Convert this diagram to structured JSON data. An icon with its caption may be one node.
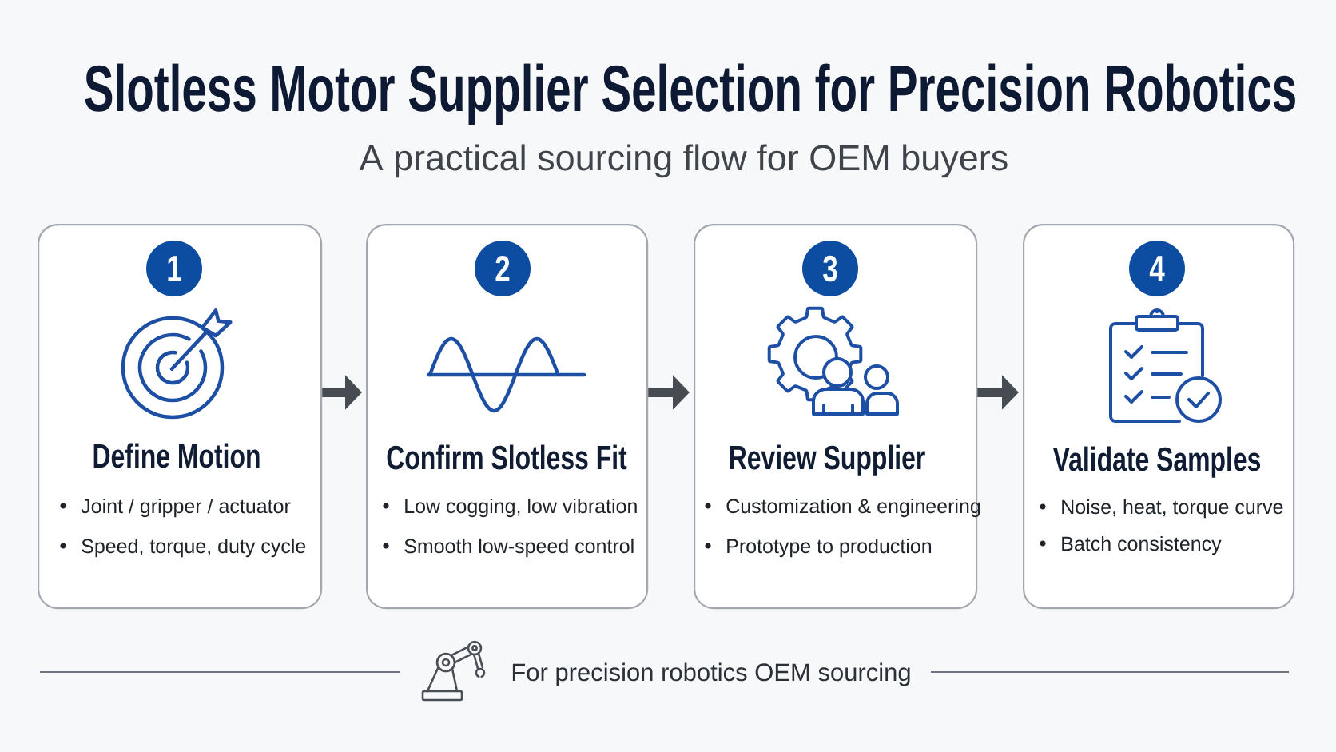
{
  "diagram": {
    "title": "Slotless Motor Supplier Selection for Precision Robotics",
    "nodes": [
      {
        "text": [
          "Define Motion",
          "Joint / gripper / actuator",
          "Speed, torque, duty cycle"
        ]
      },
      {
        "text": [
          "1"
        ],
        "in": 0
      },
      {
        "text": [
          "Confirm Slotless Fit",
          "Low cogging, low vibration",
          "Smooth low-speed control"
        ]
      },
      {
        "text": [
          "2"
        ],
        "in": 2
      },
      {
        "text": [
          "Review Supplier",
          "Customization & engineering",
          "Prototype to production"
        ]
      },
      {
        "text": [
          "3"
        ],
        "in": 4
      },
      {
        "text": [
          "Validate Samples",
          "Noise, heat, torque curve",
          "Batch consistency"
        ]
      },
      {
        "text": [
          "4"
        ],
        "in": 6
      }
    ],
    "edges": [
      {
        "from": 0,
        "to": 2,
        "arrow": "to"
      },
      {
        "from": 2,
        "to": 4,
        "arrow": "to"
      },
      {
        "from": 4,
        "to": 6,
        "arrow": "to"
      }
    ],
    "labels": [
      "A practical sourcing flow for OEM buyers",
      "For precision robotics OEM sourcing"
    ]
  }
}
